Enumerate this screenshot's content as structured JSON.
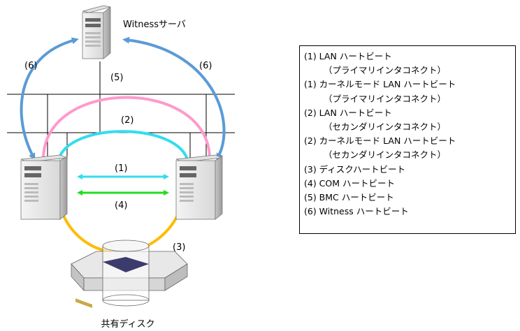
{
  "diagram": {
    "witness_server_label": "Witnessサーバ",
    "shared_disk_label": "共有ディスク",
    "path_labels": {
      "p1": "(1)",
      "p2": "(2)",
      "p3": "(3)",
      "p4": "(4)",
      "p5": "(5)",
      "p6_left": "(6)",
      "p6_right": "(6)"
    },
    "colors": {
      "lan_primary": "#ff99cc",
      "lan_secondary": "#33ddee",
      "kernel_lan": "#33ddee",
      "com": "#22dd22",
      "disk": "#ffbb00",
      "witness": "#5b9bd5",
      "network": "#000000"
    }
  },
  "legend": {
    "items": [
      {
        "label": "(1) LAN ハートビート",
        "sub": "（プライマリインタコネクト）"
      },
      {
        "label": "(1) カーネルモード LAN ハートビート",
        "sub": "（プライマリインタコネクト）"
      },
      {
        "label": "(2) LAN ハートビート",
        "sub": "（セカンダリインタコネクト）"
      },
      {
        "label": "(2) カーネルモード LAN ハートビート",
        "sub": "（セカンダリインタコネクト）"
      },
      {
        "label": "(3) ディスクハートビート"
      },
      {
        "label": "(4) COM ハートビート"
      },
      {
        "label": "(5) BMC ハートビート"
      },
      {
        "label": "(6) Witness ハートビート"
      }
    ]
  }
}
